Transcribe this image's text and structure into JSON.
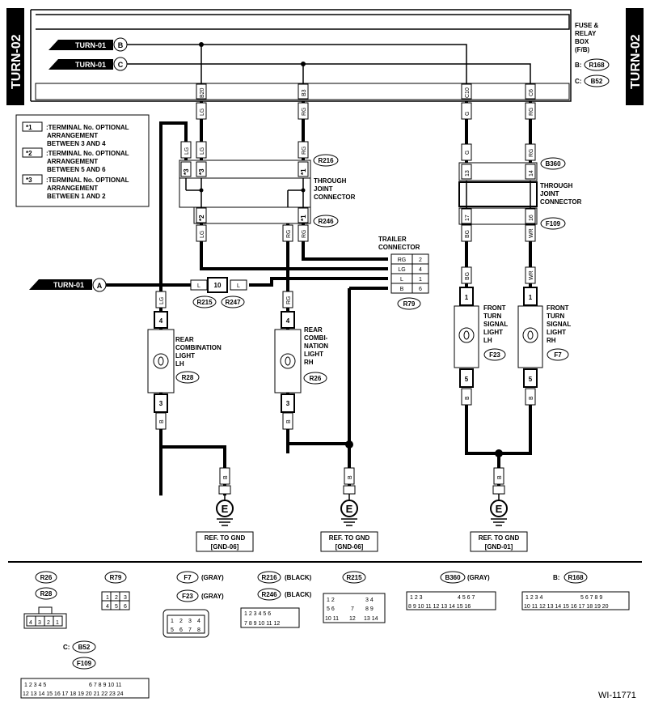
{
  "diagram_id": "WI-11771",
  "side_tab": "TURN-02",
  "fuse_box": {
    "label": "FUSE & RELAY BOX (F/B)",
    "b_connector": "R168",
    "c_connector": "B52",
    "b_prefix": "B:",
    "c_prefix": "C:"
  },
  "turn01_b": {
    "label": "TURN-01",
    "letter": "B"
  },
  "turn01_c": {
    "label": "TURN-01",
    "letter": "C"
  },
  "turn01_a": {
    "label": "TURN-01",
    "letter": "A"
  },
  "fuse_pins": [
    "B20",
    "B3",
    "C10",
    "C6"
  ],
  "wire_colors": {
    "lg": "LG",
    "rg": "RG",
    "g": "G",
    "bg": "BG",
    "wr": "WR",
    "b": "B",
    "l": "L"
  },
  "legend": [
    {
      "mark": "*1",
      "text": ":TERMINAL No. OPTIONAL ARRANGEMENT BETWEEN 3 AND 4"
    },
    {
      "mark": "*2",
      "text": ":TERMINAL No. OPTIONAL ARRANGEMENT BETWEEN 5 AND 6"
    },
    {
      "mark": "*3",
      "text": ":TERMINAL No. OPTIONAL ARRANGEMENT BETWEEN 1 AND 2"
    }
  ],
  "through_joint_left": {
    "label": "THROUGH JOINT CONNECTOR",
    "top": "R216",
    "bottom": "R246",
    "marks": [
      "*3",
      "*3",
      "*1",
      "*2",
      "*1"
    ]
  },
  "through_joint_right": {
    "label": "THROUGH JOINT CONNECTOR",
    "top": "B360",
    "bottom": "F109",
    "pins_top": [
      "13",
      "14"
    ],
    "pins_bottom": [
      "17",
      "16"
    ]
  },
  "trailer": {
    "label": "TRAILER CONNECTOR",
    "conn": "R79",
    "rows": [
      {
        "color": "RG",
        "pin": "2"
      },
      {
        "color": "LG",
        "pin": "4"
      },
      {
        "color": "L",
        "pin": "1"
      },
      {
        "color": "B",
        "pin": "6"
      }
    ]
  },
  "inline_conn": {
    "pin": "10",
    "left": "R215",
    "right": "R247"
  },
  "rear_lh": {
    "label": "REAR COMBINATION LIGHT LH",
    "conn": "R28",
    "pin_top": "4",
    "pin_bottom": "3"
  },
  "rear_rh": {
    "label": "REAR COMBI- NATION LIGHT RH",
    "conn": "R26",
    "pin_top": "4",
    "pin_bottom": "3"
  },
  "front_lh": {
    "label": "FRONT TURN SIGNAL LIGHT LH",
    "conn": "F23",
    "pin_top": "1",
    "pin_bottom": "5"
  },
  "front_rh": {
    "label": "FRONT TURN SIGNAL LIGHT RH",
    "conn": "F7",
    "pin_top": "1",
    "pin_bottom": "5"
  },
  "grounds": [
    {
      "letter": "E",
      "ref": "REF. TO GND",
      "code": "[GND-06]"
    },
    {
      "letter": "E",
      "ref": "REF. TO GND",
      "code": "[GND-06]"
    },
    {
      "letter": "E",
      "ref": "REF. TO GND",
      "code": "[GND-01]"
    }
  ],
  "connector_views": {
    "r26": "R26",
    "r28": "R28",
    "r79": "R79",
    "f7": "F7",
    "f23": "F23",
    "gray": "(GRAY)",
    "r216": "R216",
    "r246": "R246",
    "black": "(BLACK)",
    "r215": "R215",
    "b360": "B360",
    "b_prefix": "B:",
    "r168": "R168",
    "c_prefix": "C:",
    "b52": "B52",
    "f109": "F109"
  }
}
